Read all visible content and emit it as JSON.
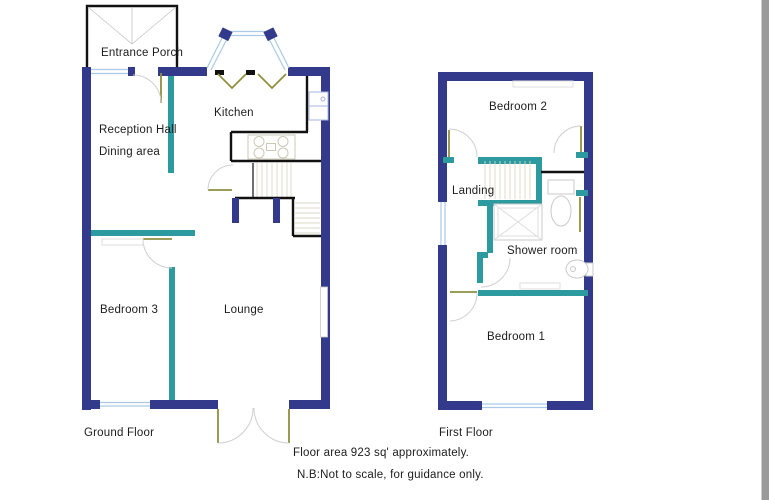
{
  "plan": {
    "ground_floor": {
      "caption": "Ground Floor",
      "rooms": {
        "porch": "Entrance Porch",
        "kitchen": "Kitchen",
        "reception": "Reception Hall",
        "dining": "Dining area",
        "bedroom3": "Bedroom 3",
        "lounge": "Lounge"
      }
    },
    "first_floor": {
      "caption": "First Floor",
      "rooms": {
        "bedroom2": "Bedroom 2",
        "landing": "Landing",
        "shower": "Shower room",
        "bedroom1": "Bedroom 1"
      }
    },
    "notes": {
      "area": "Floor area 923 sq' approximately.",
      "disclaimer": "N.B:Not to scale, for guidance only."
    },
    "colors": {
      "exterior_wall": "#333a8c",
      "interior_wall": "#2d9aa0",
      "door_leaf": "#8f8f3f",
      "window_glazing": "#a9c9e6",
      "partition": "#111111",
      "fixture": "#c9c9c9",
      "stair_tread": "#d9d9c4",
      "appliance": "#aab4dc",
      "text": "#1c1c1c",
      "scrollbar": "#9a9a9a"
    }
  }
}
